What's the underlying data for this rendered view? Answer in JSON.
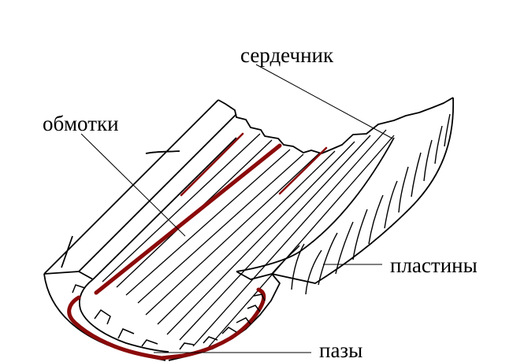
{
  "labels": {
    "core": "сердечник",
    "windings": "обмотки",
    "plates": "пластины",
    "slots": "пазы"
  },
  "colors": {
    "line": "#000000",
    "winding": "#8b0a0a",
    "background": "#ffffff"
  }
}
